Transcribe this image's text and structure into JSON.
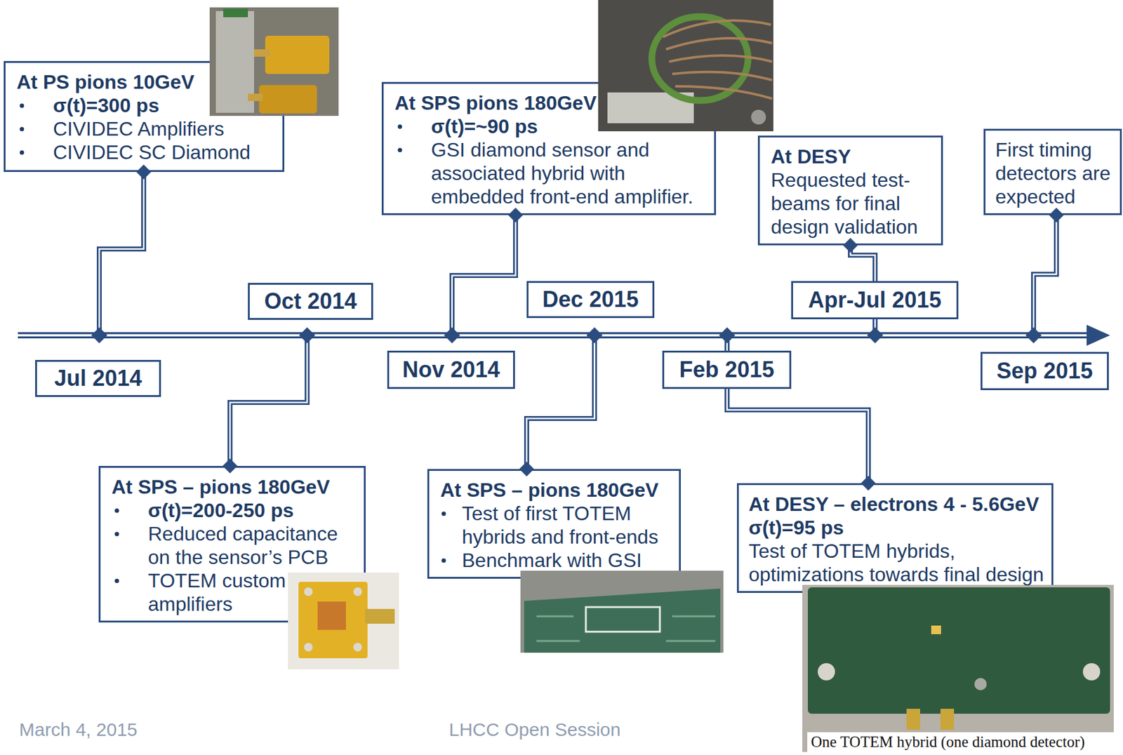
{
  "diagram": {
    "nodes": [
      {
        "text": [
          "At PS pions 10GeV",
          "σ(t)=300 ps",
          "CIVIDEC Amplifiers",
          "CIVIDEC SC Diamond"
        ]
      },
      {
        "text": [
          "At SPS pions 180GeV",
          "σ(t)=~90 ps",
          "GSI diamond sensor and associated hybrid with embedded front-end amplifier."
        ]
      },
      {
        "text": [
          "At DESY",
          "Requested test-beams for final design validation"
        ]
      },
      {
        "text": [
          "First timing detectors are expected"
        ]
      },
      {
        "text": [
          "Jul 2014"
        ]
      },
      {
        "text": [
          "Oct 2014"
        ]
      },
      {
        "text": [
          "Nov 2014"
        ]
      },
      {
        "text": [
          "Dec 2015"
        ]
      },
      {
        "text": [
          "Feb 2015"
        ]
      },
      {
        "text": [
          "Apr-Jul 2015"
        ]
      },
      {
        "text": [
          "Sep 2015"
        ]
      },
      {
        "text": [
          "At SPS – pions 180GeV",
          "σ(t)=200-250 ps",
          "Reduced capacitance on the sensor’s PCB",
          "TOTEM custom amplifiers"
        ]
      },
      {
        "text": [
          "At SPS – pions 180GeV",
          "Test of first TOTEM hybrids and front-ends",
          "Benchmark with GSI"
        ]
      },
      {
        "text": [
          "At DESY – electrons 4 - 5.6GeV",
          "σ(t)=95 ps",
          "Test of TOTEM hybrids, optimizations towards final design"
        ]
      }
    ],
    "edges": [],
    "labels": [
      "One TOTEM hybrid (one diamond detector)",
      "March 4, 2015",
      "LHCC Open Session"
    ]
  }
}
